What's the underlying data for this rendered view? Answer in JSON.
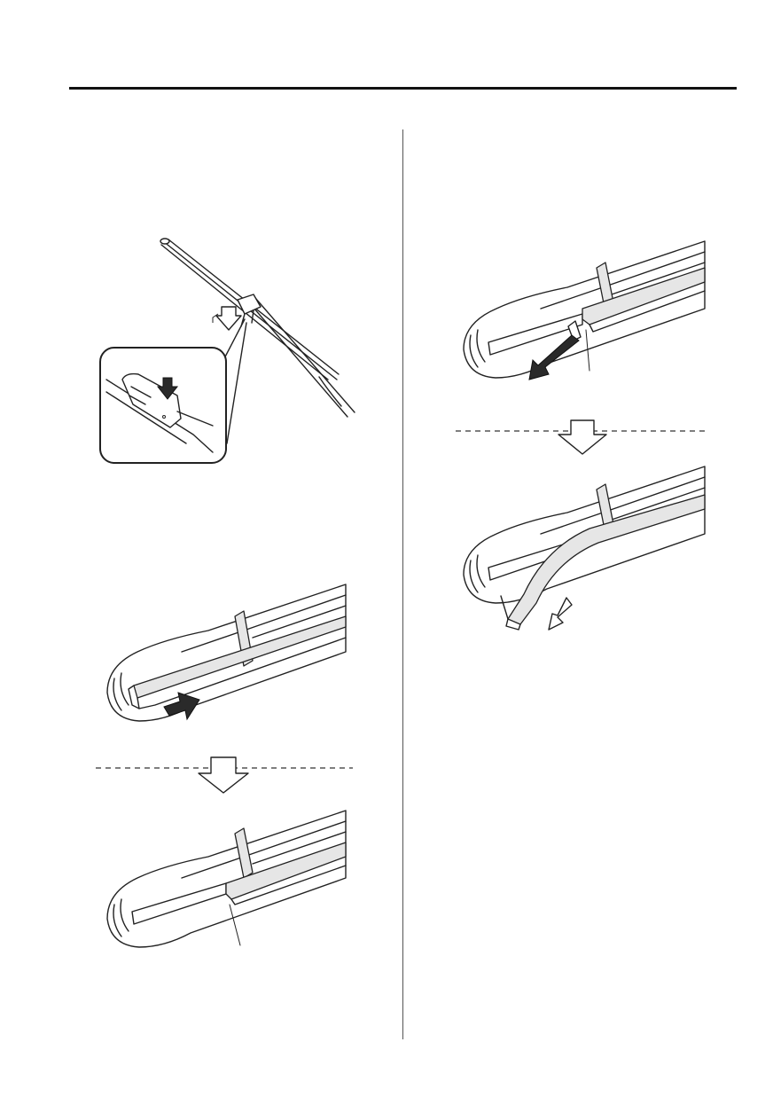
{
  "page": {
    "title": "",
    "step_text": []
  },
  "figures": [
    {
      "id": "fig-wiper-arm-release",
      "arrow_icon": "press-arrow-icon",
      "detail_callout": "tab-press-detail"
    },
    {
      "id": "fig-slide-blade-rubber",
      "arrow_icon": "push-arrow-icon"
    },
    {
      "id": "fig-blade-stopper-engaged",
      "leader": "stopper-leader-line"
    },
    {
      "id": "fig-pull-stopper",
      "arrow_icon": "pull-arrow-icon",
      "leader": "stopper-leader-line"
    },
    {
      "id": "fig-remove-blade-rubber",
      "arrow_icon": "pull-out-arrow-icon"
    }
  ],
  "colors": {
    "line": "#222222",
    "rule": "#111111",
    "fill_light": "#e6e6e6",
    "fill_dark": "#2a2a2a"
  }
}
